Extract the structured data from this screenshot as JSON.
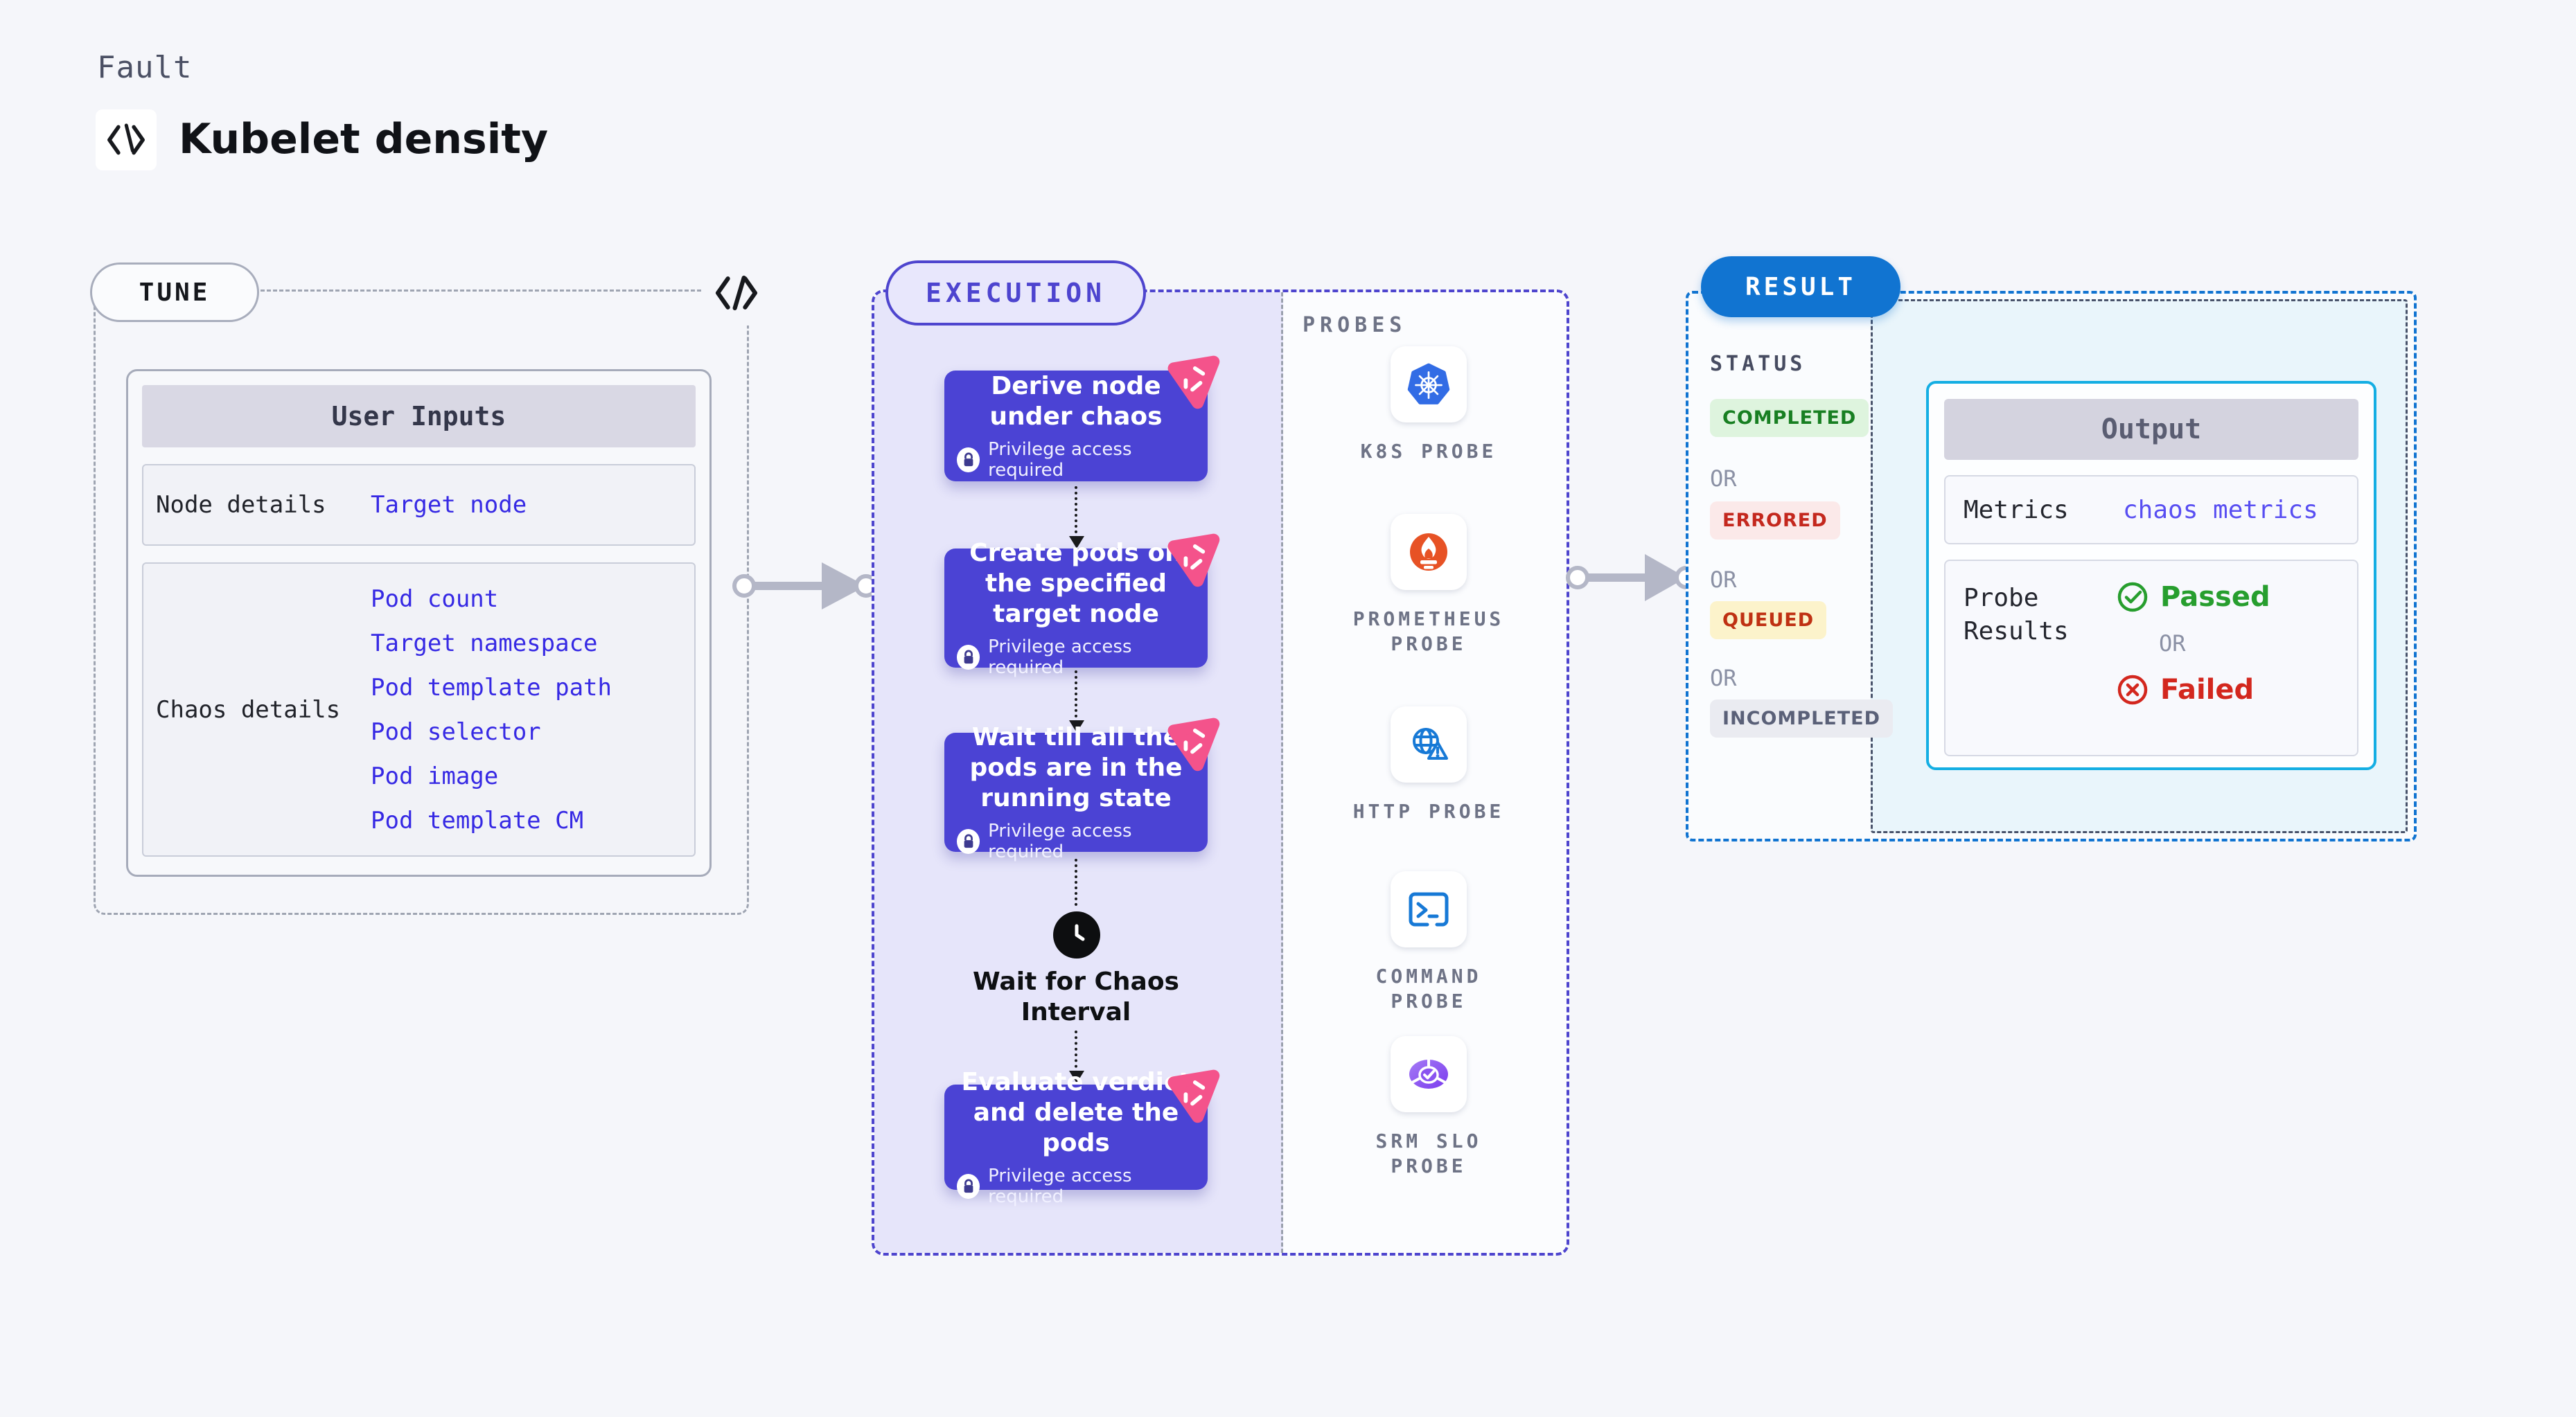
{
  "page": {
    "kicker": "Fault",
    "title": "Kubelet density"
  },
  "tune": {
    "label": "TUNE",
    "table": {
      "header": "User Inputs",
      "rows": [
        {
          "label": "Node details",
          "values": [
            "Target node"
          ]
        },
        {
          "label": "Chaos details",
          "values": [
            "Pod count",
            "Target namespace",
            "Pod template path",
            "Pod selector",
            "Pod image",
            "Pod template CM"
          ]
        }
      ]
    }
  },
  "execution": {
    "label": "EXECUTION",
    "privilege_label": "Privilege access required",
    "steps": [
      {
        "title": "Derive node under chaos"
      },
      {
        "title": "Create pods on the specified target node"
      },
      {
        "title": "Wait till all the pods are in the running state"
      },
      {
        "title": "Evaluate verdict and delete the pods"
      }
    ],
    "wait_label": "Wait for Chaos Interval"
  },
  "probes": {
    "label": "PROBES",
    "items": [
      {
        "name": "K8S PROBE",
        "icon": "kubernetes-icon"
      },
      {
        "name": "PROMETHEUS\nPROBE",
        "icon": "prometheus-icon"
      },
      {
        "name": "HTTP PROBE",
        "icon": "http-globe-icon"
      },
      {
        "name": "COMMAND\nPROBE",
        "icon": "terminal-icon"
      },
      {
        "name": "SRM SLO\nPROBE",
        "icon": "srm-slo-icon"
      }
    ]
  },
  "result": {
    "label": "RESULT",
    "status_label": "STATUS",
    "or_label": "OR",
    "statuses": [
      {
        "text": "COMPLETED",
        "bg": "#def4de",
        "color": "#187f22"
      },
      {
        "text": "ERRORED",
        "bg": "#fbe9e9",
        "color": "#c4281e"
      },
      {
        "text": "QUEUED",
        "bg": "#fcf3cb",
        "color": "#bf3012"
      },
      {
        "text": "INCOMPLETED",
        "bg": "#eaebf1",
        "color": "#5a6078"
      }
    ],
    "output": {
      "header": "Output",
      "metrics_label": "Metrics",
      "metrics_value": "chaos metrics",
      "probe_results_label": "Probe Results",
      "passed_label": "Passed",
      "failed_label": "Failed"
    }
  },
  "colors": {
    "accent_indigo": "#4b43d4",
    "accent_pink": "#f4538b",
    "result_blue": "#1174d1",
    "output_cyan": "#14aee3",
    "link_blue": "#3629e4",
    "passed_green": "#279e2e",
    "failed_red": "#d3271e"
  }
}
